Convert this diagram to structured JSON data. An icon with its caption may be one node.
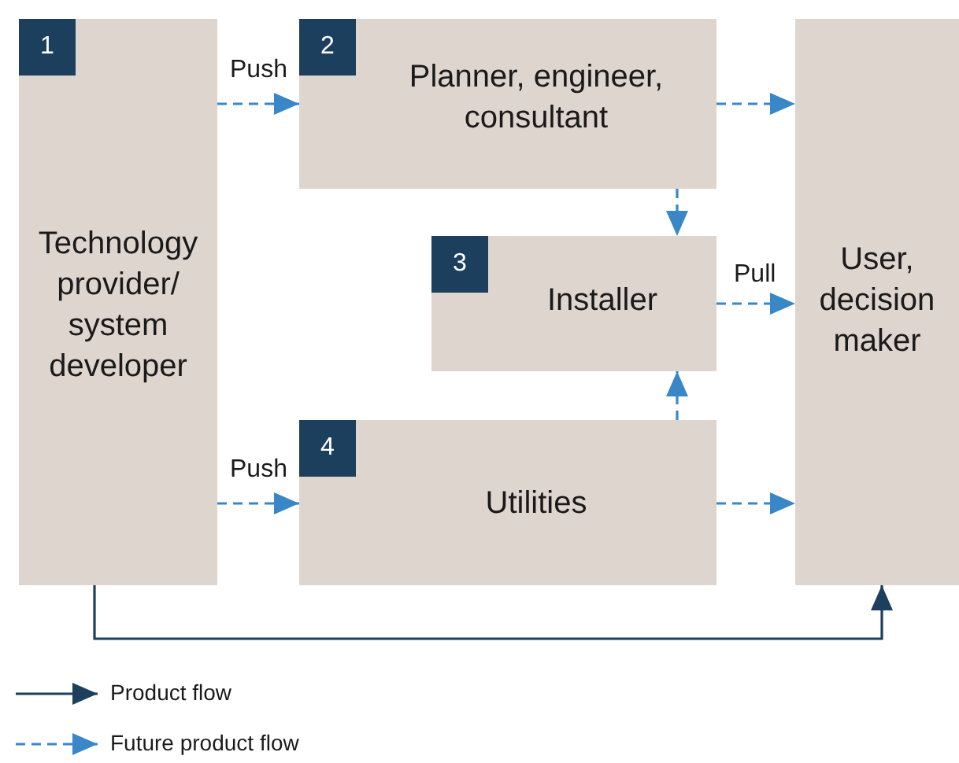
{
  "diagram": {
    "nodes": [
      {
        "text": [
          "1",
          "Technology provider/ system developer"
        ]
      },
      {
        "text": [
          "2",
          "Planner, engineer, consultant"
        ]
      },
      {
        "text": [
          "3",
          "Installer"
        ]
      },
      {
        "text": [
          "4",
          "Utilities"
        ]
      },
      {
        "text": [
          "User, decision maker"
        ]
      }
    ],
    "edges": [
      {
        "from": 0,
        "to": 1,
        "arrow": "to",
        "label": "Push",
        "style": "dashed"
      },
      {
        "from": 1,
        "to": 4,
        "arrow": "to",
        "style": "dashed"
      },
      {
        "from": 1,
        "to": 2,
        "arrow": "to",
        "style": "dashed"
      },
      {
        "from": 2,
        "to": 4,
        "arrow": "to",
        "label": "Pull",
        "style": "dashed"
      },
      {
        "from": 3,
        "to": 2,
        "arrow": "to",
        "style": "dashed"
      },
      {
        "from": 0,
        "to": 3,
        "arrow": "to",
        "label": "Push",
        "style": "dashed"
      },
      {
        "from": 3,
        "to": 4,
        "arrow": "to",
        "style": "dashed"
      },
      {
        "from": 0,
        "to": 4,
        "arrow": "to",
        "color": "#1d3f5e"
      }
    ],
    "legend": [
      {
        "text": "Product flow"
      },
      {
        "text": "Future product flow"
      }
    ]
  }
}
